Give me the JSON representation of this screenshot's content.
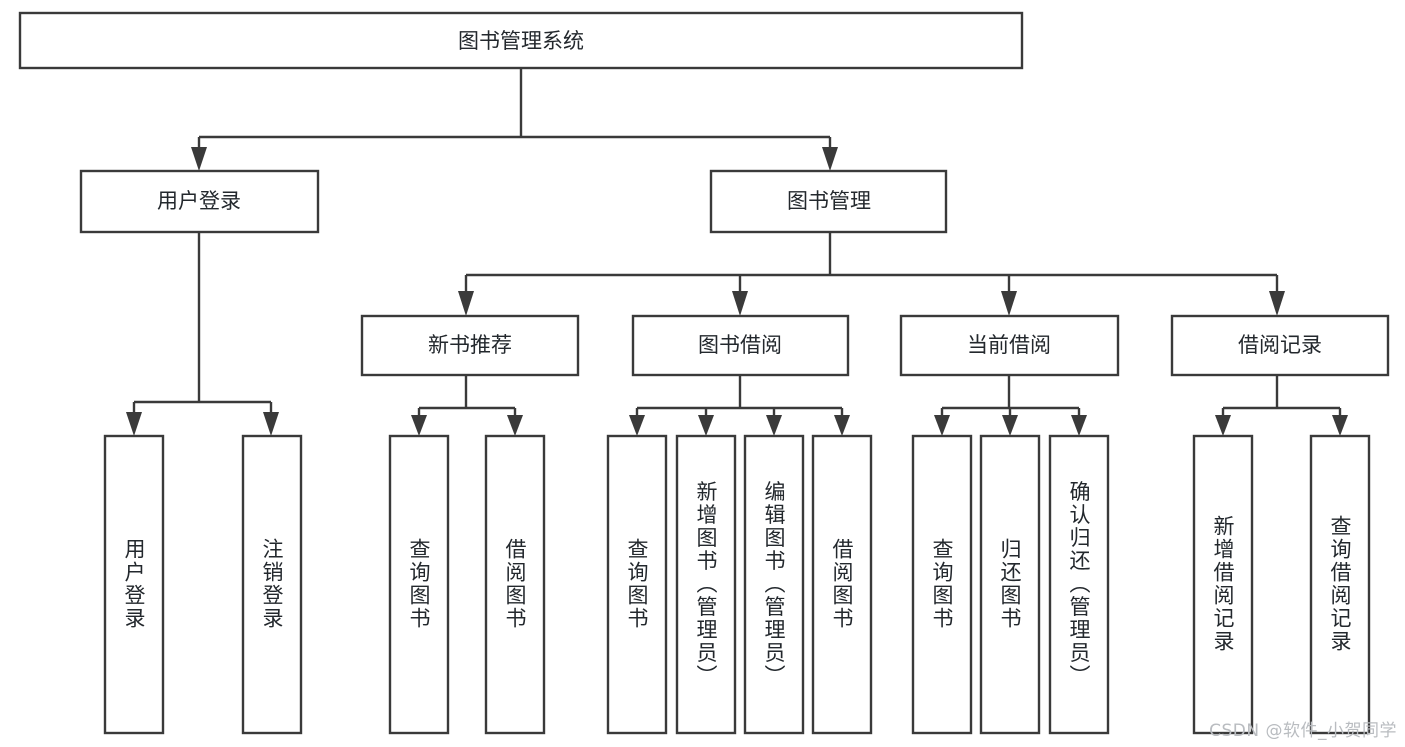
{
  "diagram": {
    "title": "图书管理系统",
    "type": "tree-hierarchy",
    "root": {
      "id": "root",
      "label": "图书管理系统"
    },
    "level2": [
      {
        "id": "user-login",
        "label": "用户登录"
      },
      {
        "id": "book-management",
        "label": "图书管理"
      }
    ],
    "level3": [
      {
        "id": "new-book-recommend",
        "label": "新书推荐",
        "parent": "book-management"
      },
      {
        "id": "book-borrow",
        "label": "图书借阅",
        "parent": "book-management"
      },
      {
        "id": "current-borrow",
        "label": "当前借阅",
        "parent": "book-management"
      },
      {
        "id": "borrow-record",
        "label": "借阅记录",
        "parent": "book-management"
      }
    ],
    "leaves": {
      "user-login": [
        {
          "id": "leaf-user-login",
          "label": "用户登录"
        },
        {
          "id": "leaf-logout-login",
          "label": "注销登录"
        }
      ],
      "new-book-recommend": [
        {
          "id": "leaf-query-book-1",
          "label": "查询图书"
        },
        {
          "id": "leaf-borrow-book-1",
          "label": "借阅图书"
        }
      ],
      "book-borrow": [
        {
          "id": "leaf-query-book-2",
          "label": "查询图书"
        },
        {
          "id": "leaf-add-book",
          "label": "新增图书（管理员）"
        },
        {
          "id": "leaf-edit-book",
          "label": "编辑图书（管理员）"
        },
        {
          "id": "leaf-borrow-book-2",
          "label": "借阅图书"
        }
      ],
      "current-borrow": [
        {
          "id": "leaf-query-book-3",
          "label": "查询图书"
        },
        {
          "id": "leaf-return-book",
          "label": "归还图书"
        },
        {
          "id": "leaf-confirm-return",
          "label": "确认归还（管理员）"
        }
      ],
      "borrow-record": [
        {
          "id": "leaf-add-record",
          "label": "新增借阅记录"
        },
        {
          "id": "leaf-query-record",
          "label": "查询借阅记录"
        }
      ]
    },
    "colors": {
      "stroke": "#3a3a3a",
      "fill": "#ffffff",
      "text": "#23282d",
      "watermark": "#b9bcc0"
    }
  },
  "watermark": {
    "text": "CSDN @软件_小贺同学"
  }
}
